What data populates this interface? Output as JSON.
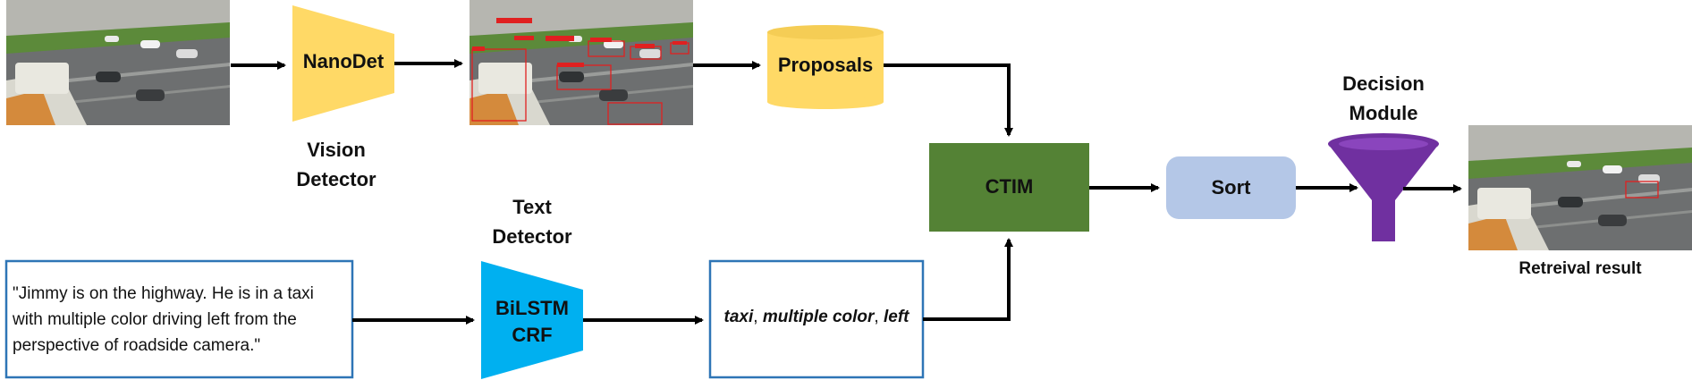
{
  "vision_detector": {
    "name": "NanoDet",
    "label_line1": "Vision",
    "label_line2": "Detector"
  },
  "text_detector": {
    "name_line1": "BiLSTM",
    "name_line2": "CRF",
    "label_line1": "Text",
    "label_line2": "Detector"
  },
  "proposals": {
    "label": "Proposals"
  },
  "ctim": {
    "label": "CTIM",
    "color": "#548235"
  },
  "sort": {
    "label": "Sort",
    "color": "#b4c7e7"
  },
  "decision": {
    "label_line1": "Decision",
    "label_line2": "Module",
    "color": "#7030a0"
  },
  "query": {
    "line1": "\"Jimmy is on the highway. He is in a taxi",
    "line2": "with multiple color driving left from the",
    "line3": "perspective of roadside camera.\""
  },
  "attributes": {
    "a1": "taxi",
    "sep1": ", ",
    "a2": "multiple color",
    "sep2": ", ",
    "a3": "left"
  },
  "result": {
    "label": "Retreival result"
  },
  "colors": {
    "nanodet": "#ffd966",
    "bilstm": "#00b0f0",
    "box_border": "#2e75b6",
    "arrow": "#000000"
  }
}
